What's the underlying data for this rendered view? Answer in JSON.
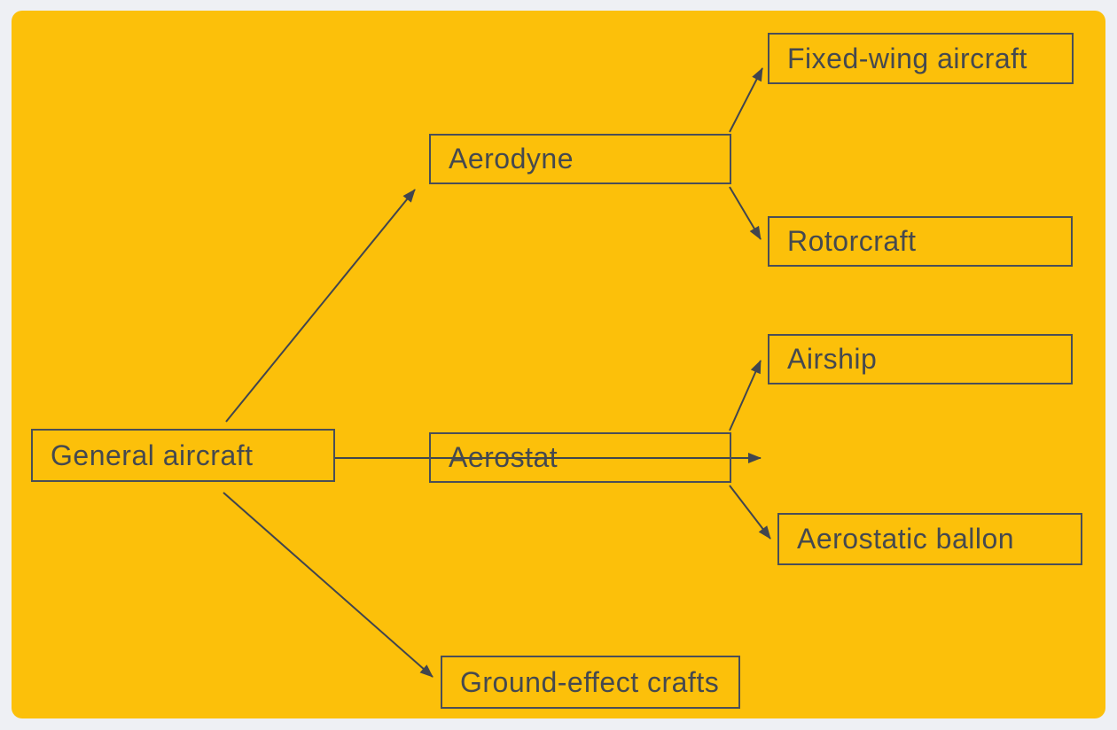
{
  "diagram": {
    "colors": {
      "canvas_background": "#fcc00a",
      "page_frame": "#eef0f4",
      "box_border": "#4a4e57",
      "text": "#45494f",
      "arrow": "#41454e"
    },
    "nodes": {
      "general": {
        "label": "General aircraft"
      },
      "aerodyne": {
        "label": "Aerodyne"
      },
      "aerostat": {
        "label": "Aerostat"
      },
      "ground": {
        "label": "Ground-effect crafts"
      },
      "fixedwing": {
        "label": "Fixed-wing aircraft"
      },
      "rotor": {
        "label": "Rotorcraft"
      },
      "airship": {
        "label": "Airship"
      },
      "ballon": {
        "label": "Aerostatic ballon"
      }
    },
    "edges": [
      {
        "from": "General aircraft",
        "to": "Aerodyne"
      },
      {
        "from": "General aircraft",
        "to": "Aerostat"
      },
      {
        "from": "General aircraft",
        "to": "Ground-effect crafts"
      },
      {
        "from": "Aerodyne",
        "to": "Fixed-wing aircraft"
      },
      {
        "from": "Aerodyne",
        "to": "Rotorcraft"
      },
      {
        "from": "Aerostat",
        "to": "Airship"
      },
      {
        "from": "Aerostat",
        "to": "Aerostatic ballon"
      }
    ]
  }
}
